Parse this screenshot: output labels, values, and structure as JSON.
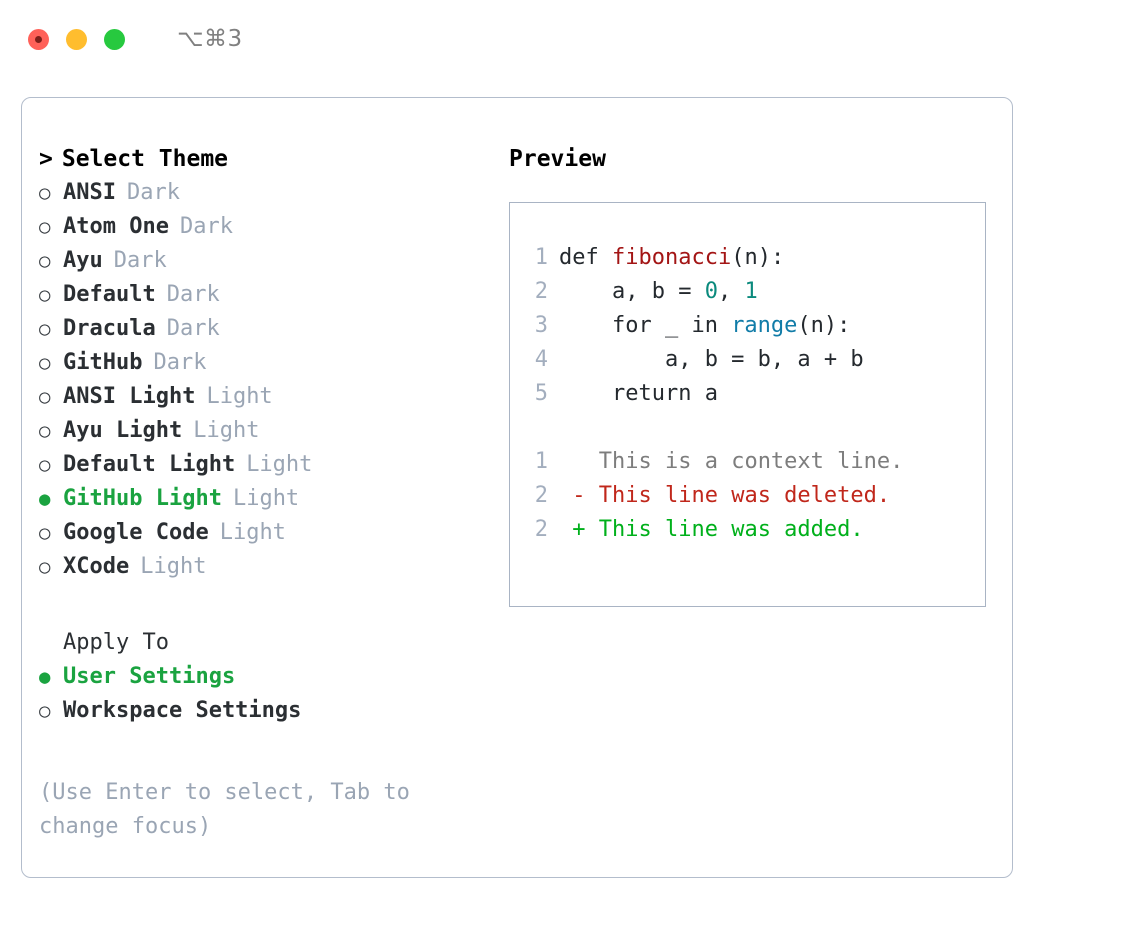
{
  "titlebar": {
    "shortcut": "⌥⌘3",
    "lights": [
      "close",
      "minimize",
      "zoom"
    ]
  },
  "theme_picker": {
    "caret": ">",
    "title": "Select Theme",
    "bullet_unselected": "○",
    "bullet_selected": "●",
    "items": [
      {
        "label": "ANSI",
        "kind": "Dark",
        "selected": false
      },
      {
        "label": "Atom One",
        "kind": "Dark",
        "selected": false
      },
      {
        "label": "Ayu",
        "kind": "Dark",
        "selected": false
      },
      {
        "label": "Default",
        "kind": "Dark",
        "selected": false
      },
      {
        "label": "Dracula",
        "kind": "Dark",
        "selected": false
      },
      {
        "label": "GitHub",
        "kind": "Dark",
        "selected": false
      },
      {
        "label": "ANSI Light",
        "kind": "Light",
        "selected": false
      },
      {
        "label": "Ayu Light",
        "kind": "Light",
        "selected": false
      },
      {
        "label": "Default Light",
        "kind": "Light",
        "selected": false
      },
      {
        "label": "GitHub Light",
        "kind": "Light",
        "selected": true
      },
      {
        "label": "Google Code",
        "kind": "Light",
        "selected": false
      },
      {
        "label": "XCode",
        "kind": "Light",
        "selected": false
      }
    ]
  },
  "apply_to": {
    "title": "Apply To",
    "items": [
      {
        "label": "User Settings",
        "selected": true
      },
      {
        "label": "Workspace Settings",
        "selected": false
      }
    ]
  },
  "hint": "(Use Enter to select, Tab to change focus)",
  "preview": {
    "title": "Preview",
    "code_lines": [
      {
        "no": "1",
        "segments": [
          {
            "t": "def ",
            "c": "plain"
          },
          {
            "t": "fibonacci",
            "c": "fn"
          },
          {
            "t": "(n):",
            "c": "plain"
          }
        ]
      },
      {
        "no": "2",
        "segments": [
          {
            "t": "    a, b = ",
            "c": "plain"
          },
          {
            "t": "0",
            "c": "num"
          },
          {
            "t": ", ",
            "c": "plain"
          },
          {
            "t": "1",
            "c": "num"
          }
        ]
      },
      {
        "no": "3",
        "segments": [
          {
            "t": "    for _ in ",
            "c": "plain"
          },
          {
            "t": "range",
            "c": "call"
          },
          {
            "t": "(n):",
            "c": "plain"
          }
        ]
      },
      {
        "no": "4",
        "segments": [
          {
            "t": "        a, b = b, a + b",
            "c": "plain"
          }
        ]
      },
      {
        "no": "5",
        "segments": [
          {
            "t": "    return a",
            "c": "plain"
          }
        ]
      }
    ],
    "diff_lines": [
      {
        "no": "1",
        "marker": "  ",
        "text": "This is a context line.",
        "kind": "ctx"
      },
      {
        "no": "2",
        "marker": "- ",
        "text": "This line was deleted.",
        "kind": "del"
      },
      {
        "no": "2",
        "marker": "+ ",
        "text": "This line was added.",
        "kind": "add"
      }
    ]
  },
  "colors": {
    "accent_green": "#1aa340",
    "muted": "#9aa5b4",
    "border": "#b3bdcc",
    "preview_border": "#a9b4c4",
    "lineno": "#a3aebe",
    "fn": "#a31515",
    "num": "#0b8a7d",
    "call": "#117ca8",
    "diff_del": "#c0271b",
    "diff_add": "#00b01b",
    "diff_ctx": "#7d7d7d"
  }
}
